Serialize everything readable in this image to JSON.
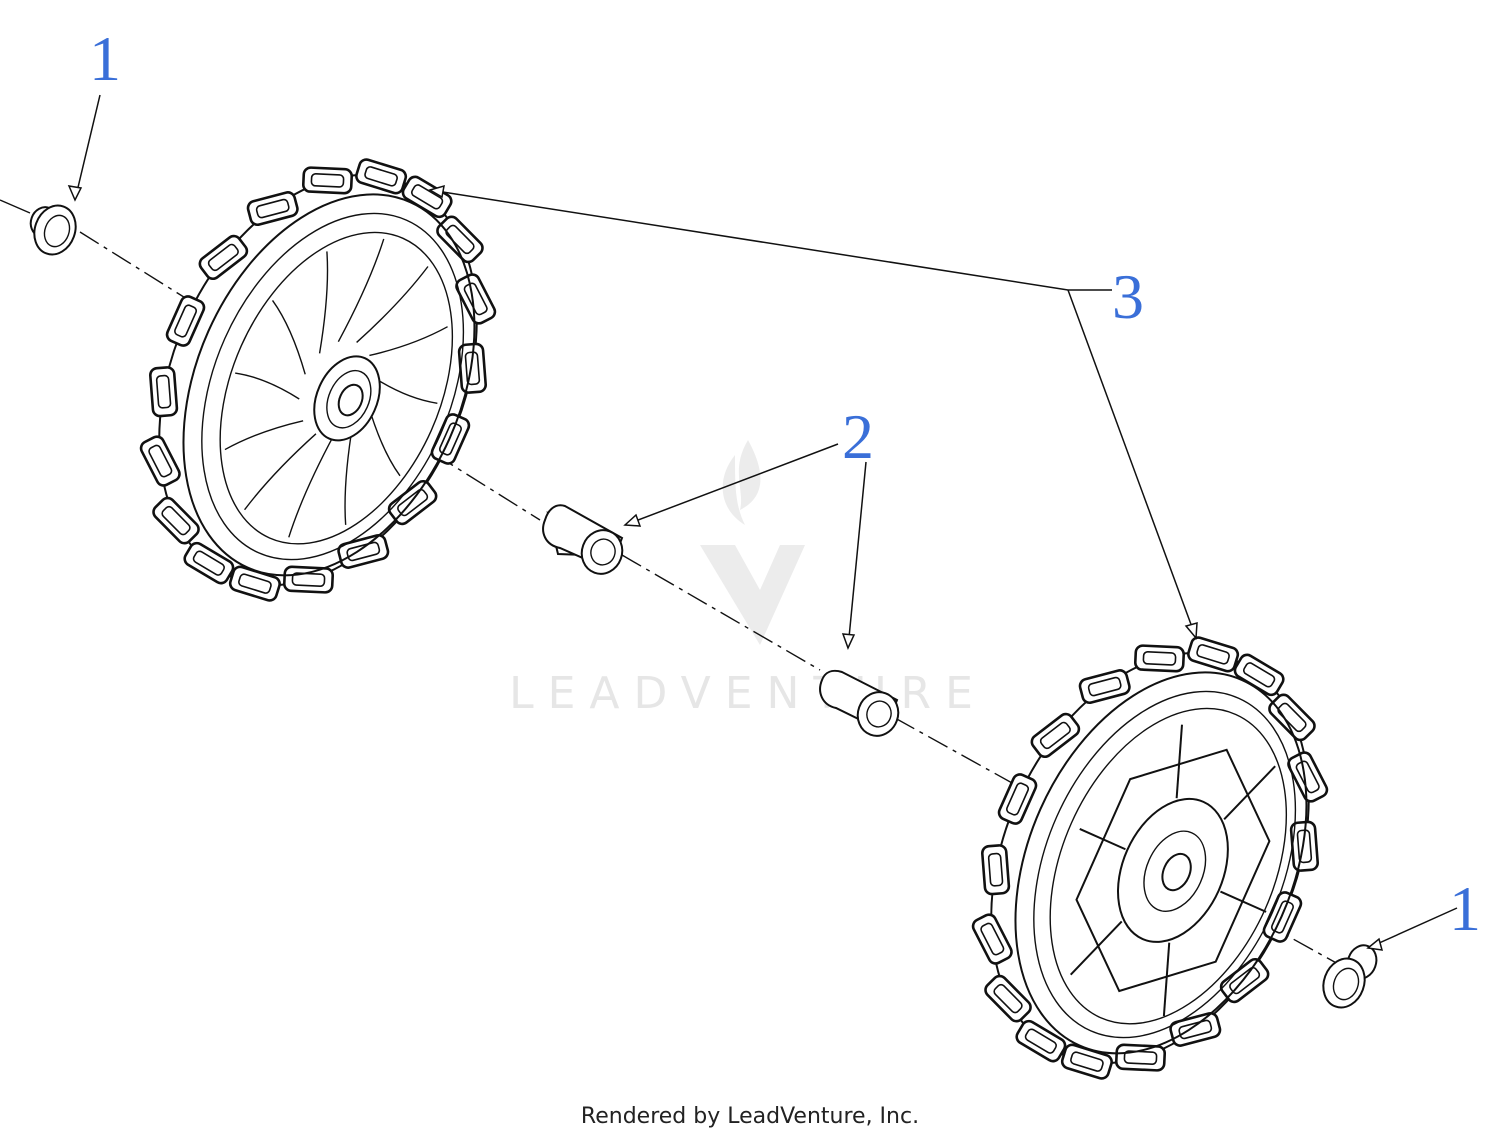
{
  "callouts": [
    {
      "id": "callout-1-left",
      "label": "1"
    },
    {
      "id": "callout-2",
      "label": "2"
    },
    {
      "id": "callout-3",
      "label": "3"
    },
    {
      "id": "callout-1-right",
      "label": "1"
    }
  ],
  "watermark": {
    "text": "LEADVENTURE"
  },
  "footer": {
    "text": "Rendered by LeadVenture, Inc."
  },
  "colors": {
    "callout": "#3a6fd8",
    "line": "#111111",
    "watermark": "#e6e6e6"
  }
}
